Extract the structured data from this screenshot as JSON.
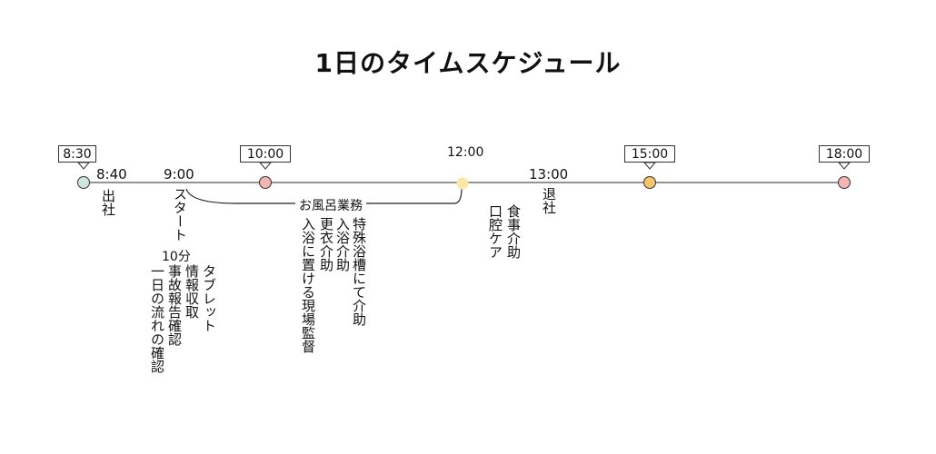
{
  "title": "1日のタイムスケジュール",
  "markers": [
    {
      "time": "8:30",
      "color": "#cfe6dd"
    },
    {
      "time": "10:00",
      "color": "#f4b6b2"
    },
    {
      "time": "12:00",
      "color": "#fbe8a6"
    },
    {
      "time": "15:00",
      "color": "#f7c26a"
    },
    {
      "time": "18:00",
      "color": "#f4b6b2"
    }
  ],
  "times": {
    "t840": "8:40",
    "t900": "9:00",
    "t1300": "13:00"
  },
  "labels": {
    "arrive": "出社",
    "start": "スタート",
    "min10": "10分",
    "info": "情報収取",
    "incident": "事故報告確認",
    "flow": "一日の流れの確認",
    "tablet": "タブレット",
    "bath_group": "お風呂業務",
    "bath1": "特殊浴槽にて介助",
    "bath2": "入浴介助",
    "bath3": "更衣介助",
    "bath4": "入浴に置ける現場監督",
    "meal1": "食事介助",
    "meal2": "口腔ケア",
    "leave": "退社"
  }
}
